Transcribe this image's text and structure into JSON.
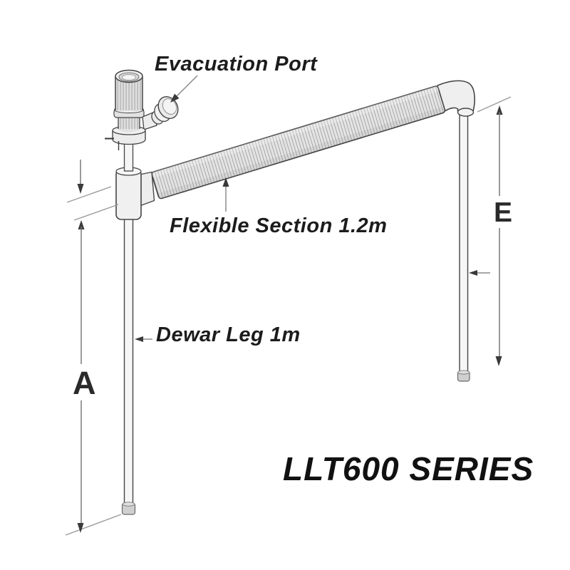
{
  "diagram": {
    "title": "LLT600 SERIES",
    "callouts": {
      "evacuation_port": "Evacuation Port",
      "flexible_section": "Flexible Section 1.2m",
      "dewar_leg": "Dewar Leg 1m"
    },
    "dimension_labels": {
      "dewar_leg_length": "A",
      "outlet_leg_length": "E"
    },
    "colors": {
      "outline": "#454545",
      "component_fill": "#eeeeee",
      "dimension_line": "#7d7d7d",
      "label_text": "#1c1c1c"
    }
  }
}
